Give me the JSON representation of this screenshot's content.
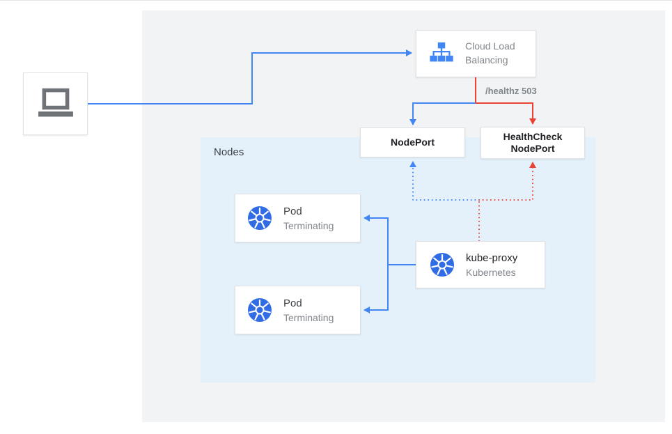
{
  "diagram": {
    "client": {
      "icon": "laptop-icon"
    },
    "cloud_load_balancing": {
      "label": "Cloud Load Balancing",
      "icon": "cloud-load-balancing-icon"
    },
    "healthz_label": "/healthz 503",
    "nodeport": {
      "label": "NodePort"
    },
    "healthcheck_nodeport": {
      "label": "HealthCheck NodePort"
    },
    "nodes_panel": {
      "label": "Nodes"
    },
    "pods": [
      {
        "title": "Pod",
        "status": "Terminating",
        "icon": "kubernetes-icon"
      },
      {
        "title": "Pod",
        "status": "Terminating",
        "icon": "kubernetes-icon"
      }
    ],
    "kube_proxy": {
      "title": "kube-proxy",
      "subtitle": "Kubernetes",
      "icon": "kubernetes-icon"
    },
    "colors": {
      "blue": "#4285f4",
      "red": "#ea4335",
      "kubernetes_blue": "#326ce5",
      "panel_gray": "#f1f3f4",
      "nodes_panel_blue": "#e4f1fb",
      "icon_gray": "#6f7377"
    }
  }
}
